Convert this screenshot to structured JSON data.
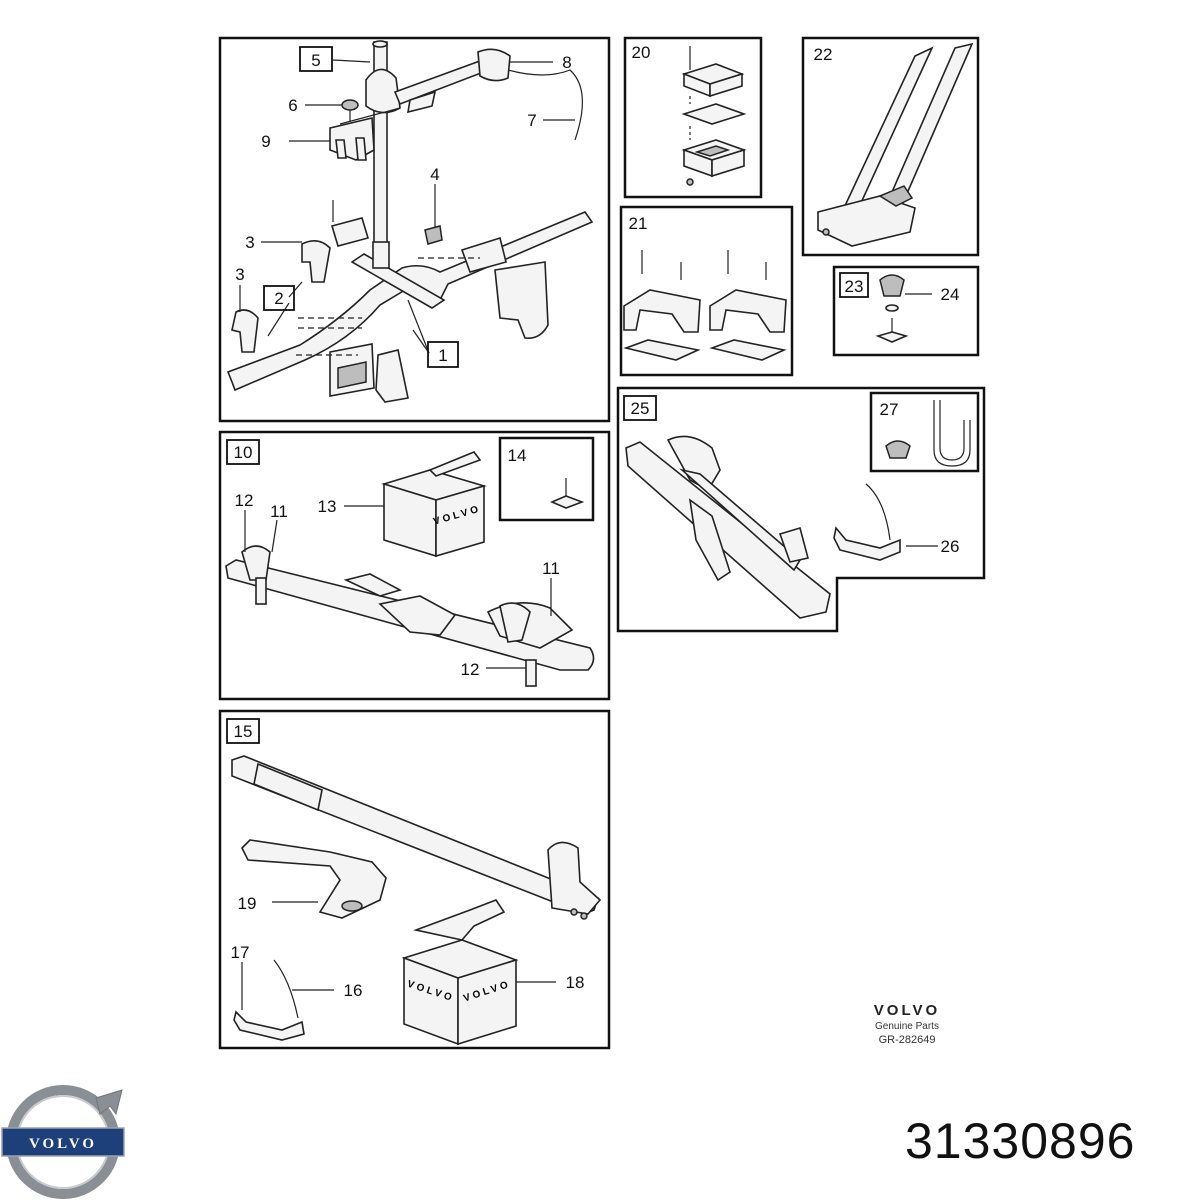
{
  "diagram": {
    "panels": [
      {
        "id": "panel-main",
        "callouts": [
          "5",
          "8",
          "6",
          "7",
          "9",
          "4",
          "3",
          "3",
          "2",
          "1"
        ]
      },
      {
        "id": "panel-20",
        "callouts": [
          "20"
        ]
      },
      {
        "id": "panel-22",
        "callouts": [
          "22"
        ]
      },
      {
        "id": "panel-21",
        "callouts": [
          "21"
        ]
      },
      {
        "id": "panel-23",
        "callouts": [
          "23",
          "24"
        ]
      },
      {
        "id": "panel-10",
        "callouts": [
          "10",
          "14",
          "12",
          "11",
          "13",
          "11",
          "12"
        ]
      },
      {
        "id": "panel-25",
        "callouts": [
          "25",
          "27",
          "26"
        ]
      },
      {
        "id": "panel-15",
        "callouts": [
          "15",
          "19",
          "17",
          "16",
          "18"
        ]
      }
    ],
    "box_brand_text": "VOLVO"
  },
  "footer": {
    "brand": "VOLVO",
    "subtitle": "Genuine Parts",
    "code": "GR-282649"
  },
  "logo": {
    "text": "VOLVO"
  },
  "part_number": "31330896",
  "colors": {
    "line": "#111111",
    "logo_blue": "#1d3f7a",
    "logo_silver": "#8a8f96"
  }
}
